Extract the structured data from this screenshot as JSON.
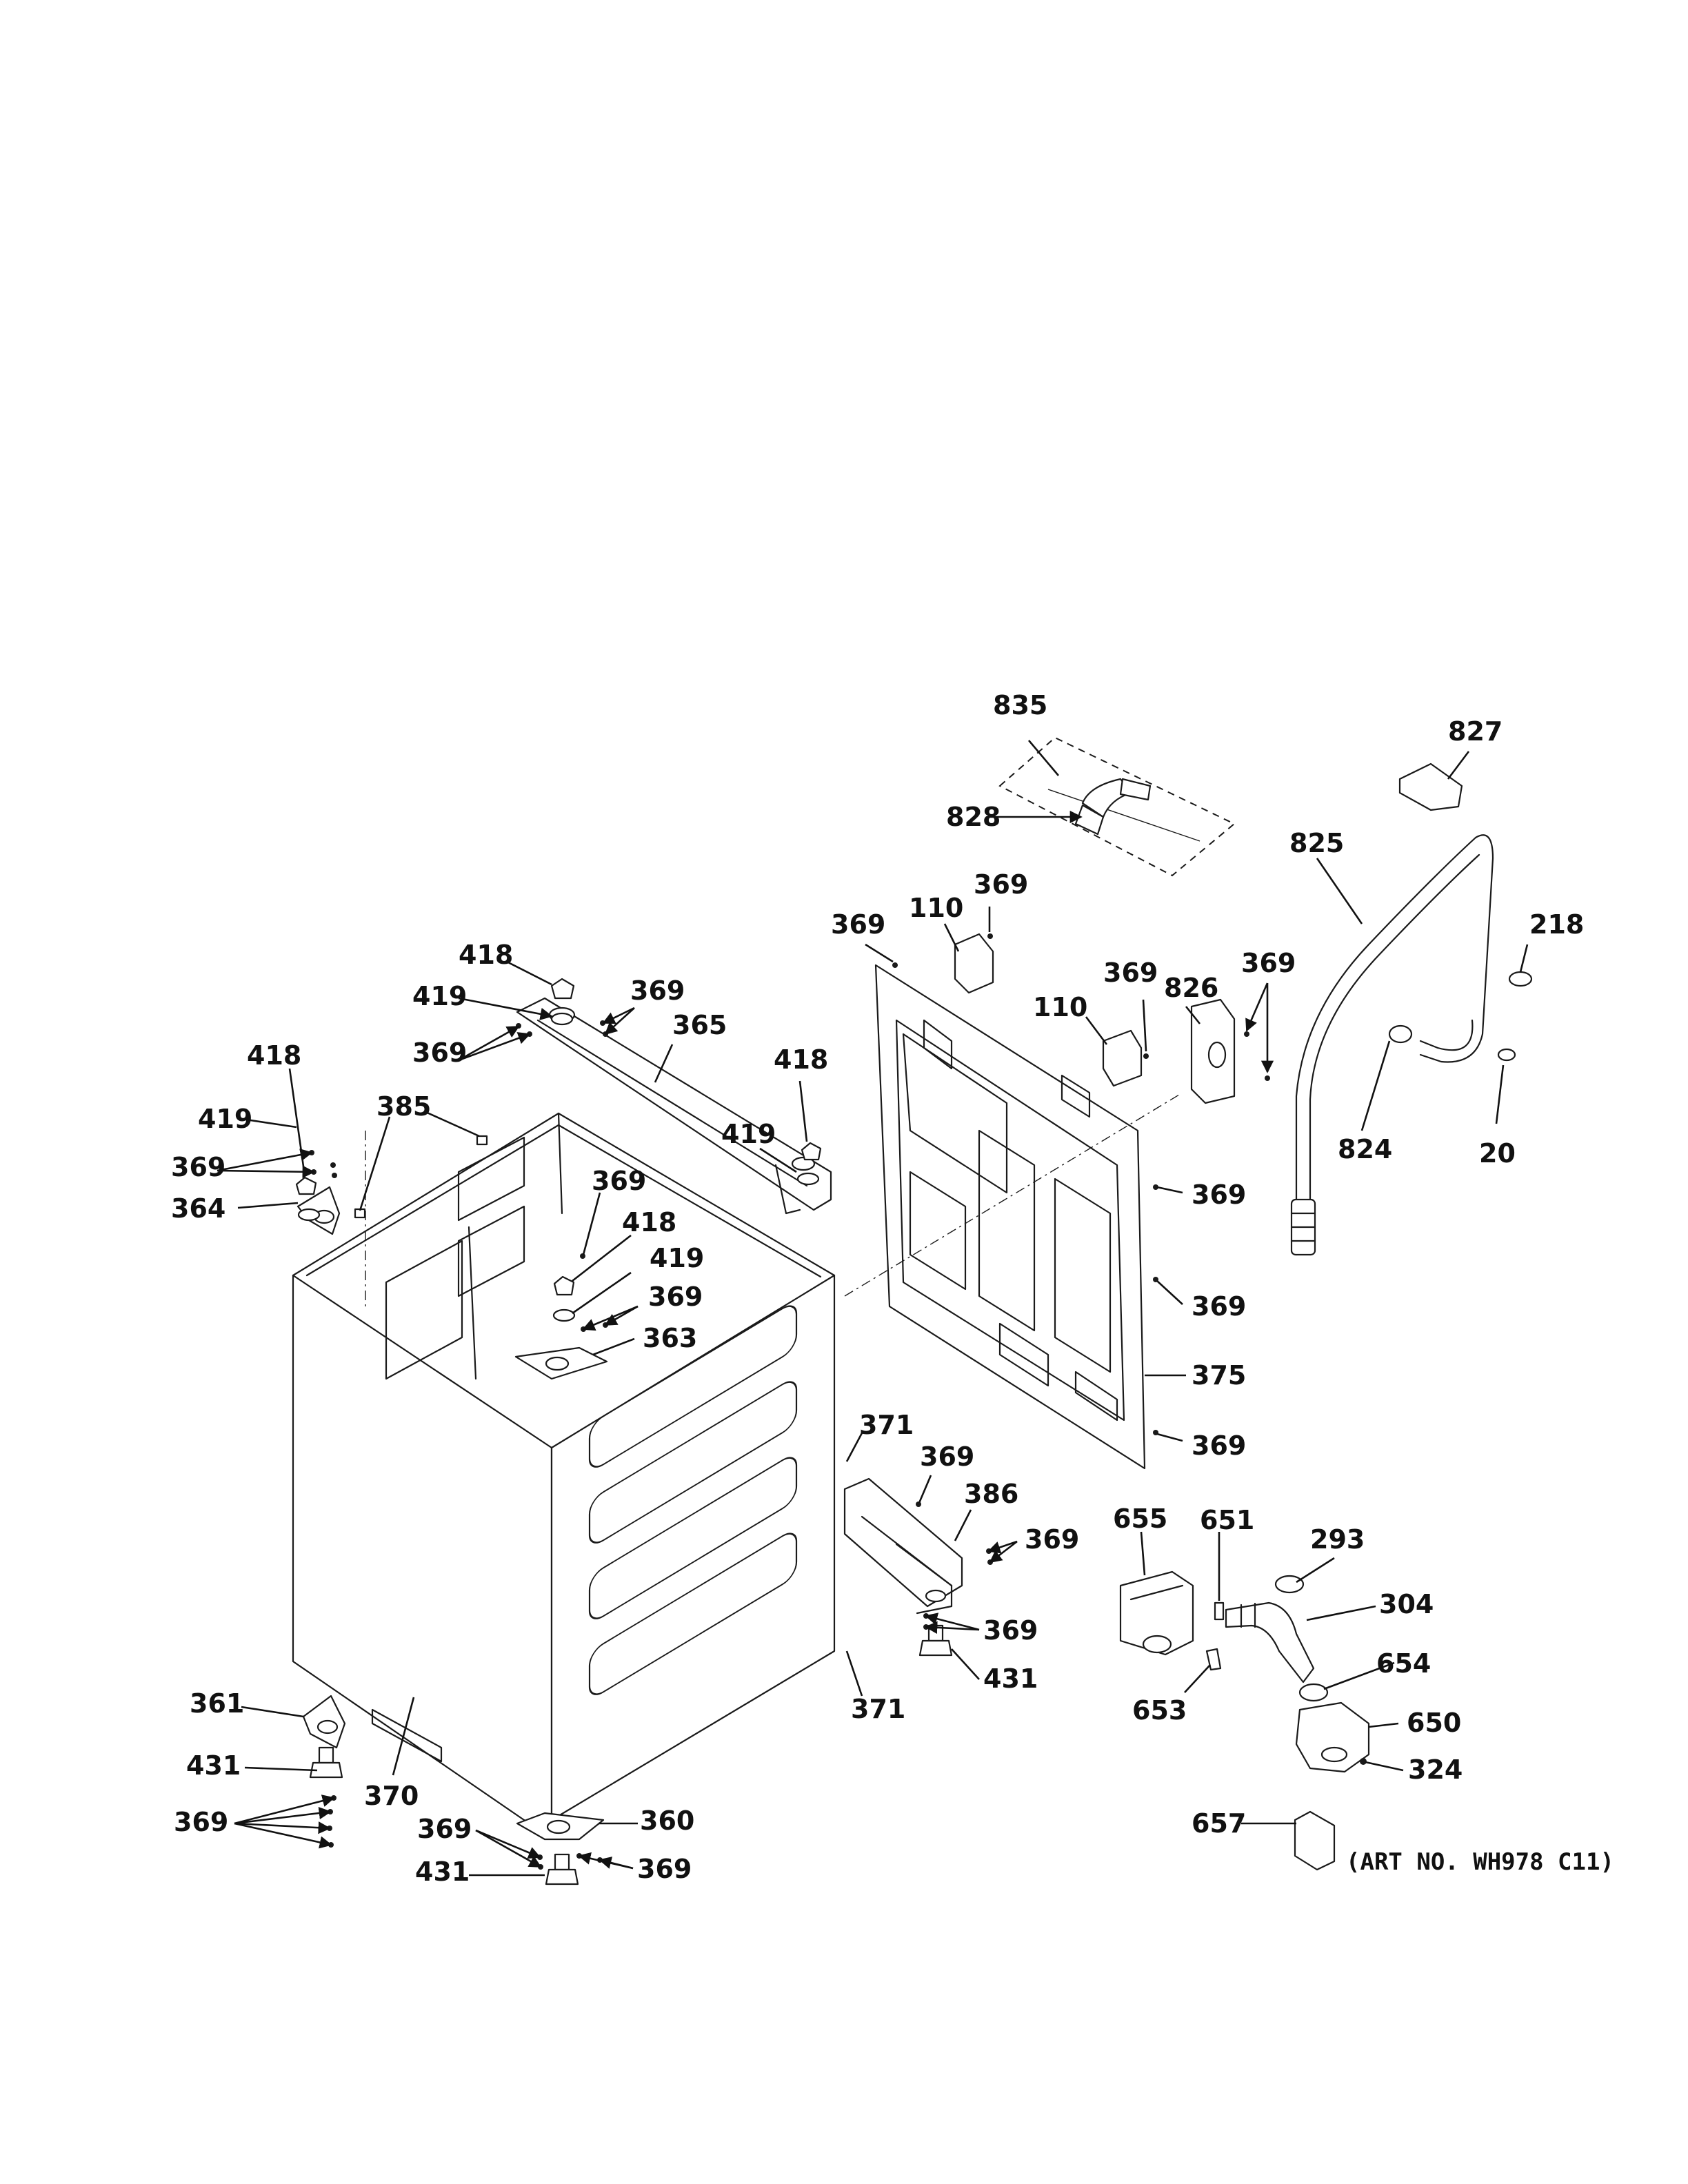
{
  "art_number": "(ART NO. WH978 C11)",
  "callouts": [
    "835",
    "828",
    "827",
    "825",
    "218",
    "824",
    "20",
    "369",
    "110",
    "369",
    "369",
    "110",
    "826",
    "369",
    "418",
    "419",
    "369",
    "369",
    "365",
    "418",
    "419",
    "369",
    "364",
    "385",
    "418",
    "419",
    "369",
    "418",
    "419",
    "369",
    "363",
    "369",
    "369",
    "375",
    "369",
    "371",
    "369",
    "386",
    "369",
    "369",
    "431",
    "371",
    "655",
    "651",
    "293",
    "304",
    "654",
    "653",
    "650",
    "324",
    "657",
    "361",
    "431",
    "369",
    "370",
    "369",
    "360",
    "431",
    "369"
  ]
}
